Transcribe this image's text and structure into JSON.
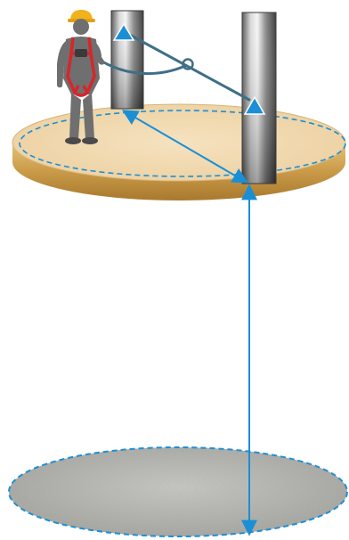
{
  "diagram": {
    "illustration": "fall-protection-anchor-setup",
    "components": [
      {
        "id": "worker",
        "icon": "worker-with-harness-icon"
      },
      {
        "id": "anchor-post-left",
        "icon": "anchor-post-icon"
      },
      {
        "id": "anchor-post-right",
        "icon": "anchor-post-icon"
      },
      {
        "id": "horizontal-lifeline",
        "icon": "lifeline-icon"
      },
      {
        "id": "anchor-point-left",
        "icon": "triangle-anchor-icon"
      },
      {
        "id": "anchor-point-right",
        "icon": "triangle-anchor-icon"
      },
      {
        "id": "elevated-platform",
        "icon": "platform-disc-icon"
      },
      {
        "id": "ground-surface",
        "icon": "ground-disc-icon"
      },
      {
        "id": "horizontal-distance",
        "icon": "double-arrow-icon"
      },
      {
        "id": "fall-clearance",
        "icon": "double-arrow-icon"
      }
    ],
    "colors": {
      "arrow": "#1a8fd6",
      "dashed-boundary": "#1a8fd6",
      "anchor-triangle": "#1a8fd6",
      "lifeline": "#3f6f86",
      "platform-top": "#f1d9b1",
      "platform-edge": "#c9a254",
      "helmet": "#f2b21b",
      "harness": "#d6262b",
      "worker": "#6f6f6f",
      "post": "#9b9b9b",
      "ground": "#b8b8b4"
    }
  }
}
